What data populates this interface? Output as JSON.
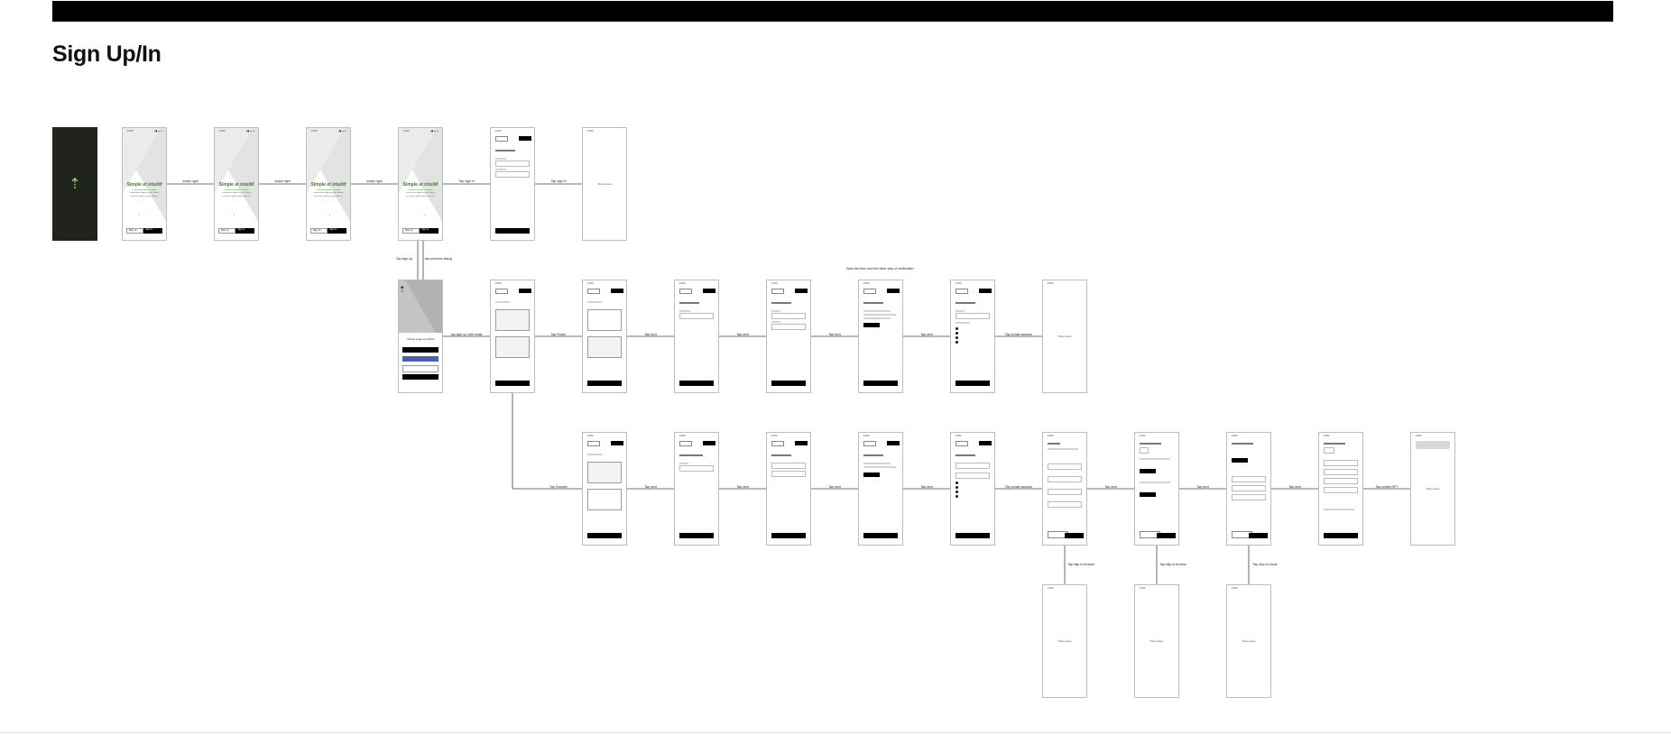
{
  "page": {
    "title": "Sign Up/In"
  },
  "screen_status": {
    "time": "13:03",
    "icons": "▮▮ ▲ ▭"
  },
  "onboarding": {
    "headline": "Simple et intuitif",
    "body": "Lorem ipsum dolor sit amet, consectetur adipiscing elit. Mauris eu enim in ligula tempus ultrices.",
    "sign_up": "Sign up",
    "sign_in": "Sign in"
  },
  "method_caption": "Choose a sign up method",
  "blank_label": "Home screen",
  "note": "Save the form and the other step of verification",
  "edges": {
    "swipe": "swipe right",
    "tap_sign_in": "Tap sign in",
    "tap_sign_up": "Tap sign up",
    "tap_sign_in_alt": "Tap sign in",
    "tap_previous": "tap previous dialog",
    "tap_email": "tap sign up with email",
    "tap_finder": "Tap Finder",
    "tap_next": "Tap next",
    "tap_create": "Tap create account",
    "tap_founder": "Tap Founder",
    "tap_skip_1": "Tap skip to browse",
    "tap_skip_2": "Tap skip to browse",
    "tap_skip_3": "Tap skip to home",
    "tap_finish": "Tap create NFT"
  },
  "colors": {
    "splash_bg": "#21241d",
    "leaf": "#9acc7a",
    "headline": "#2f7d1d",
    "accent_button": "#4c5fb0"
  },
  "icons": [
    "leaf-logo-icon",
    "signal-icon",
    "wifi-icon",
    "battery-icon"
  ]
}
